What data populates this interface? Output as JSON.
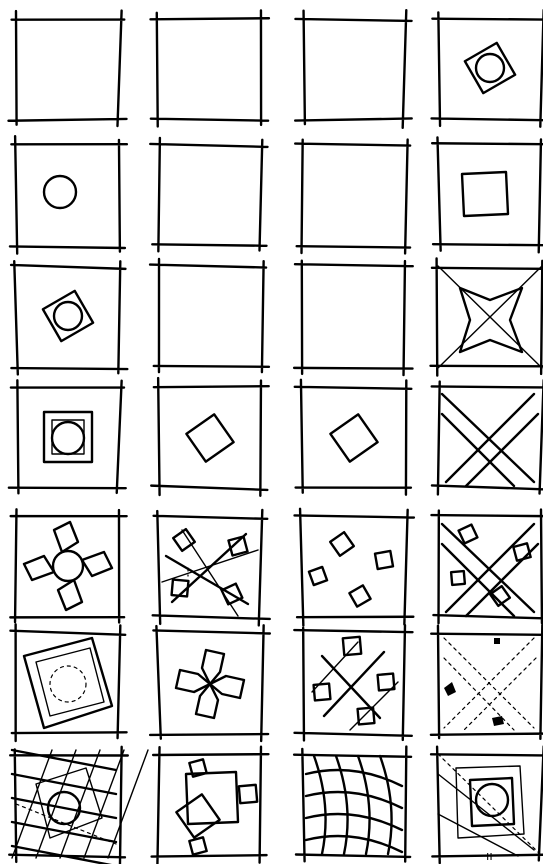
{
  "sheet": {
    "grid": {
      "rows": 7,
      "columns": 4
    },
    "cells": [
      {
        "row": 1,
        "col": 1,
        "motif": "empty-square"
      },
      {
        "row": 1,
        "col": 2,
        "motif": "empty-square"
      },
      {
        "row": 1,
        "col": 3,
        "motif": "empty-square"
      },
      {
        "row": 1,
        "col": 4,
        "motif": "circle-in-tilted-square"
      },
      {
        "row": 2,
        "col": 1,
        "motif": "circle"
      },
      {
        "row": 2,
        "col": 2,
        "motif": "empty-square"
      },
      {
        "row": 2,
        "col": 3,
        "motif": "empty-square"
      },
      {
        "row": 2,
        "col": 4,
        "motif": "small-square"
      },
      {
        "row": 3,
        "col": 1,
        "motif": "circle-in-tilted-square"
      },
      {
        "row": 3,
        "col": 2,
        "motif": "empty-square"
      },
      {
        "row": 3,
        "col": 3,
        "motif": "empty-square"
      },
      {
        "row": 3,
        "col": 4,
        "motif": "star-square-with-diagonals"
      },
      {
        "row": 4,
        "col": 1,
        "motif": "circle-in-nested-squares"
      },
      {
        "row": 4,
        "col": 2,
        "motif": "tilted-square"
      },
      {
        "row": 4,
        "col": 3,
        "motif": "tilted-square"
      },
      {
        "row": 4,
        "col": 4,
        "motif": "x-bands"
      },
      {
        "row": 5,
        "col": 1,
        "motif": "pinwheel-with-circle"
      },
      {
        "row": 5,
        "col": 2,
        "motif": "lattice-of-diamonds"
      },
      {
        "row": 5,
        "col": 3,
        "motif": "scattered-diamonds"
      },
      {
        "row": 5,
        "col": 4,
        "motif": "x-bands-with-diamonds"
      },
      {
        "row": 6,
        "col": 1,
        "motif": "large-tilted-square-with-dashed-circle"
      },
      {
        "row": 6,
        "col": 2,
        "motif": "pinwheel"
      },
      {
        "row": 6,
        "col": 3,
        "motif": "diamond-lattice"
      },
      {
        "row": 6,
        "col": 4,
        "motif": "dashed-x-with-blots"
      },
      {
        "row": 7,
        "col": 1,
        "motif": "circle-in-crossing-grid"
      },
      {
        "row": 7,
        "col": 2,
        "motif": "overlapping-squares"
      },
      {
        "row": 7,
        "col": 3,
        "motif": "curved-grid"
      },
      {
        "row": 7,
        "col": 4,
        "motif": "circle-in-squares-with-diagonals"
      }
    ],
    "corner_mark": "ıı"
  }
}
